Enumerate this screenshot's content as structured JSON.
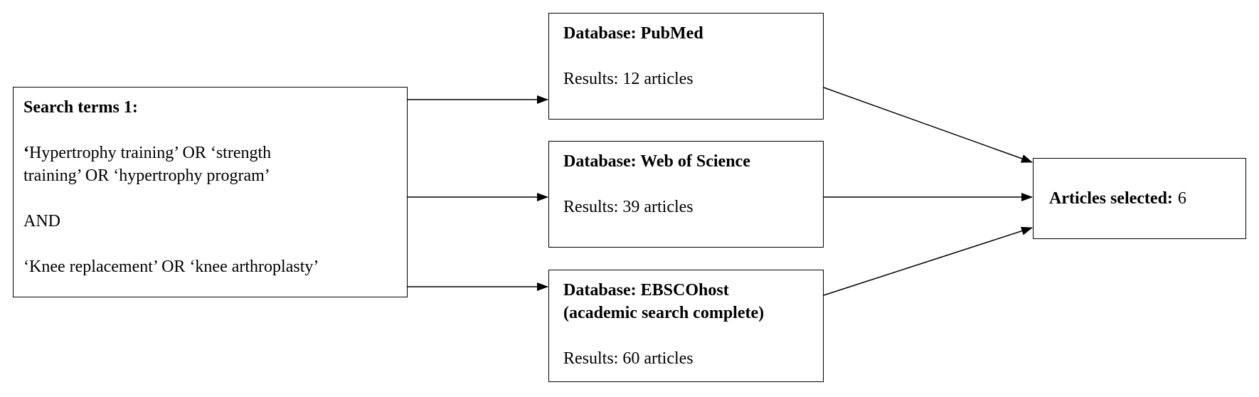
{
  "flowchart": {
    "search_box": {
      "title": "Search terms 1:",
      "terms1_bold_quote": "‘",
      "terms1_line1": "Hypertrophy training’ OR ‘strength",
      "terms1_line2": "training’ OR ‘hypertrophy program’",
      "operator": "AND",
      "terms2": "‘Knee replacement’ OR ‘knee arthroplasty’"
    },
    "databases": [
      {
        "title": "Database: PubMed",
        "results": "Results: 12 articles"
      },
      {
        "title": "Database: Web of Science",
        "results": "Results: 39 articles"
      },
      {
        "title": "Database: EBSCOhost",
        "title_line2": "(academic search complete)",
        "results": "Results: 60 articles"
      }
    ],
    "selected": {
      "label": "Articles selected:",
      "value": "6"
    }
  },
  "colors": {
    "background": "#ffffff",
    "text": "#000000",
    "line": "#000000",
    "box_border": "#000000"
  }
}
